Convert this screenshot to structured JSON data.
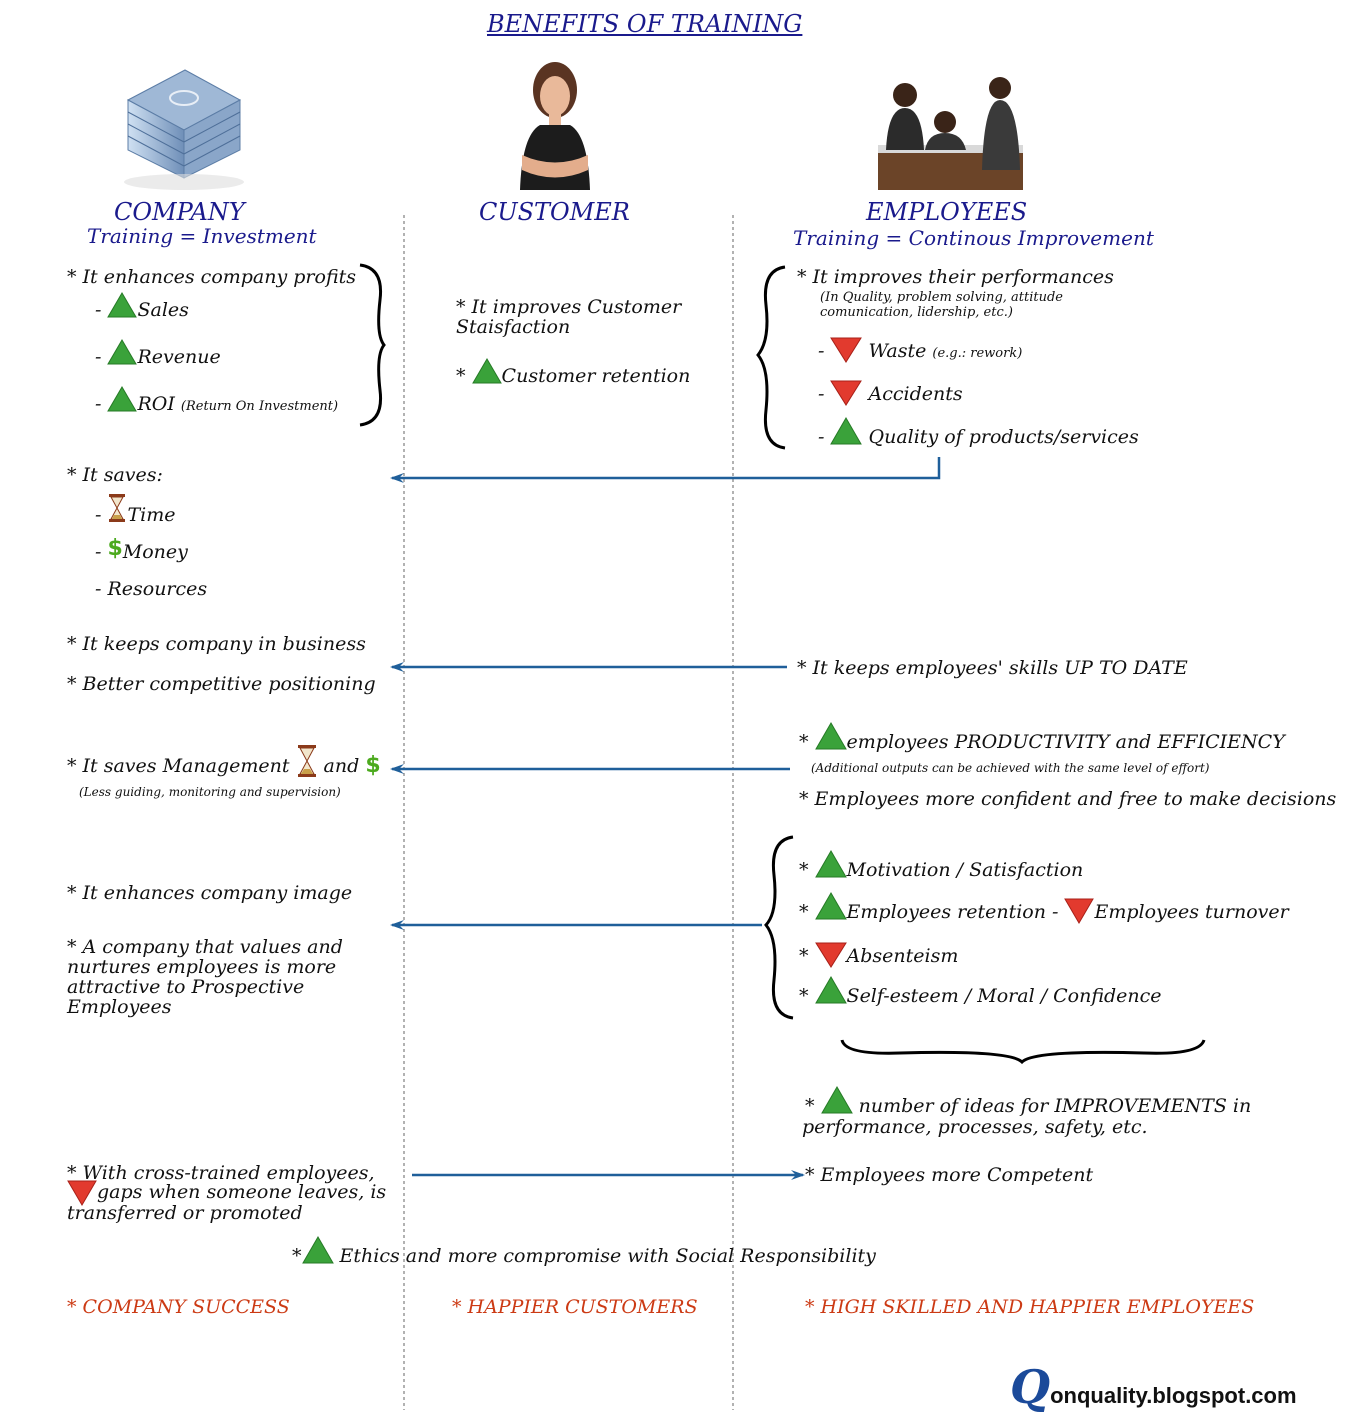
{
  "title": "BENEFITS OF TRAINING",
  "columns": {
    "company": {
      "heading": "COMPANY",
      "subheading": "Training = Investment"
    },
    "customer": {
      "heading": "CUSTOMER"
    },
    "employees": {
      "heading": "EMPLOYEES",
      "subheading": "Training = Continous Improvement"
    }
  },
  "company": {
    "profits": "* It enhances company profits",
    "sales": "Sales",
    "revenue": "Revenue",
    "roi": "ROI",
    "roi_note": "(Return On Investment)",
    "saves": "* It saves:",
    "time": "Time",
    "money": "Money",
    "resources": "- Resources",
    "business": "* It keeps company in business",
    "competitive": "* Better competitive positioning",
    "saves_mgmt": "* It saves Management",
    "and": "and",
    "mgmt_note": "(Less guiding, monitoring and supervision)",
    "image": "* It enhances company image",
    "attractive": "* A company that values and nurtures employees is more attractive to Prospective Employees",
    "cross_a": "* With cross-trained employees,",
    "cross_b": "gaps when someone leaves, is",
    "cross_c": "transferred or promoted",
    "ethics": "Ethics and more compromise with Social Responsibility",
    "success": "*  COMPANY SUCCESS"
  },
  "customer": {
    "satisfaction": "*  It improves Customer Staisfaction",
    "retention": "Customer retention",
    "happier": "*  HAPPIER CUSTOMERS"
  },
  "employees": {
    "performance": "* It improves their performances",
    "perf_note": "(In Quality, problem solving, attitude comunication, lidership, etc.)",
    "waste": "Waste",
    "waste_note": "(e.g.: rework)",
    "accidents": "Accidents",
    "quality": "Quality of products/services",
    "skills": "* It keeps employees' skills UP TO DATE",
    "productivity": "employees PRODUCTIVITY and EFFICIENCY",
    "productivity_note": "(Additional outputs can be achieved with the same level of effort)",
    "confident": "* Employees more confident and free to make decisions",
    "motivation": "Motivation / Satisfaction",
    "retention": "Employees retention -",
    "turnover": "Employees turnover",
    "absenteeism": "Absenteism",
    "selfesteem": "Self-esteem / Moral / Confidence",
    "ideas_a": "number of ideas for IMPROVEMENTS in",
    "ideas_b": "performance, processes, safety, etc.",
    "competent": "* Employees more Competent",
    "happier": "*  HIGH SKILLED AND HAPPIER EMPLOYEES"
  },
  "footer": {
    "logo_letter": "Q",
    "site": "onquality.blogspot.com"
  },
  "icons": {
    "up": "green-up-triangle-icon",
    "down": "red-down-triangle-icon",
    "time": "hourglass-icon",
    "money": "dollar-icon"
  },
  "colors": {
    "title": "#1a1a8c",
    "footer_text": "#cc3a14",
    "arrow": "#1f5f9a",
    "up": "#3a9a3a",
    "down": "#d8302a"
  }
}
